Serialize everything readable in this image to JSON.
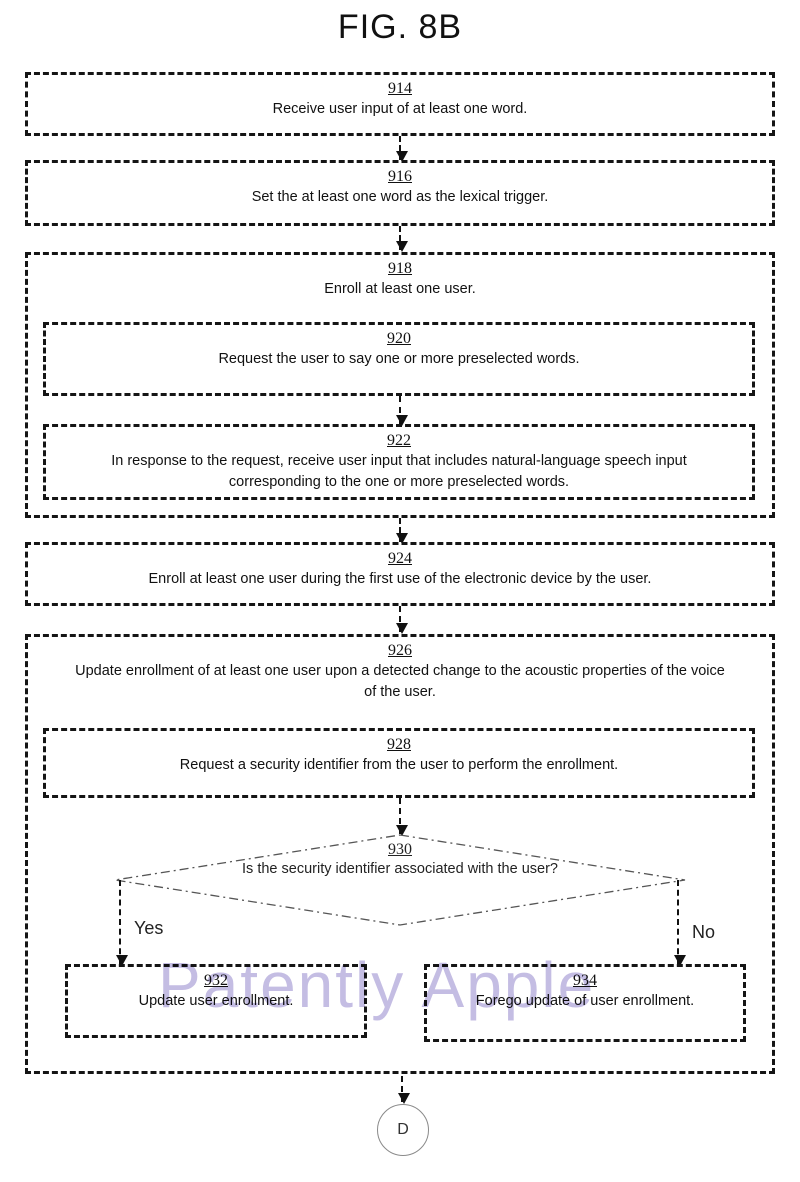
{
  "figure_title": "FIG. 8B",
  "watermark": "Patently Apple",
  "terminal": {
    "label": "D"
  },
  "branch_labels": {
    "yes": "Yes",
    "no": "No"
  },
  "colors": {
    "watermark_text": "#b4abdb",
    "box_border": "#151515",
    "diamond_line": "#555555"
  },
  "steps": {
    "s914": {
      "num": "914",
      "text": "Receive user input of at least one word."
    },
    "s916": {
      "num": "916",
      "text": "Set the at least one word as the lexical trigger."
    },
    "s918": {
      "num": "918",
      "text": "Enroll at least one user."
    },
    "s920": {
      "num": "920",
      "text": "Request the user to say one or more preselected words."
    },
    "s922": {
      "num": "922",
      "text": "In response to the request, receive user input that includes natural-language speech input corresponding to the one or more preselected words."
    },
    "s924": {
      "num": "924",
      "text": "Enroll at least one user during the first use of the electronic device by the user."
    },
    "s926": {
      "num": "926",
      "text": "Update enrollment of at least one user upon a detected change to the acoustic properties of the voice of the user."
    },
    "s928": {
      "num": "928",
      "text": "Request a security identifier from the user to perform the enrollment."
    },
    "s930": {
      "num": "930",
      "text": "Is the security identifier associated with the user?"
    },
    "s932": {
      "num": "932",
      "text": "Update user enrollment."
    },
    "s934": {
      "num": "934",
      "text": "Forego update of user enrollment."
    }
  }
}
